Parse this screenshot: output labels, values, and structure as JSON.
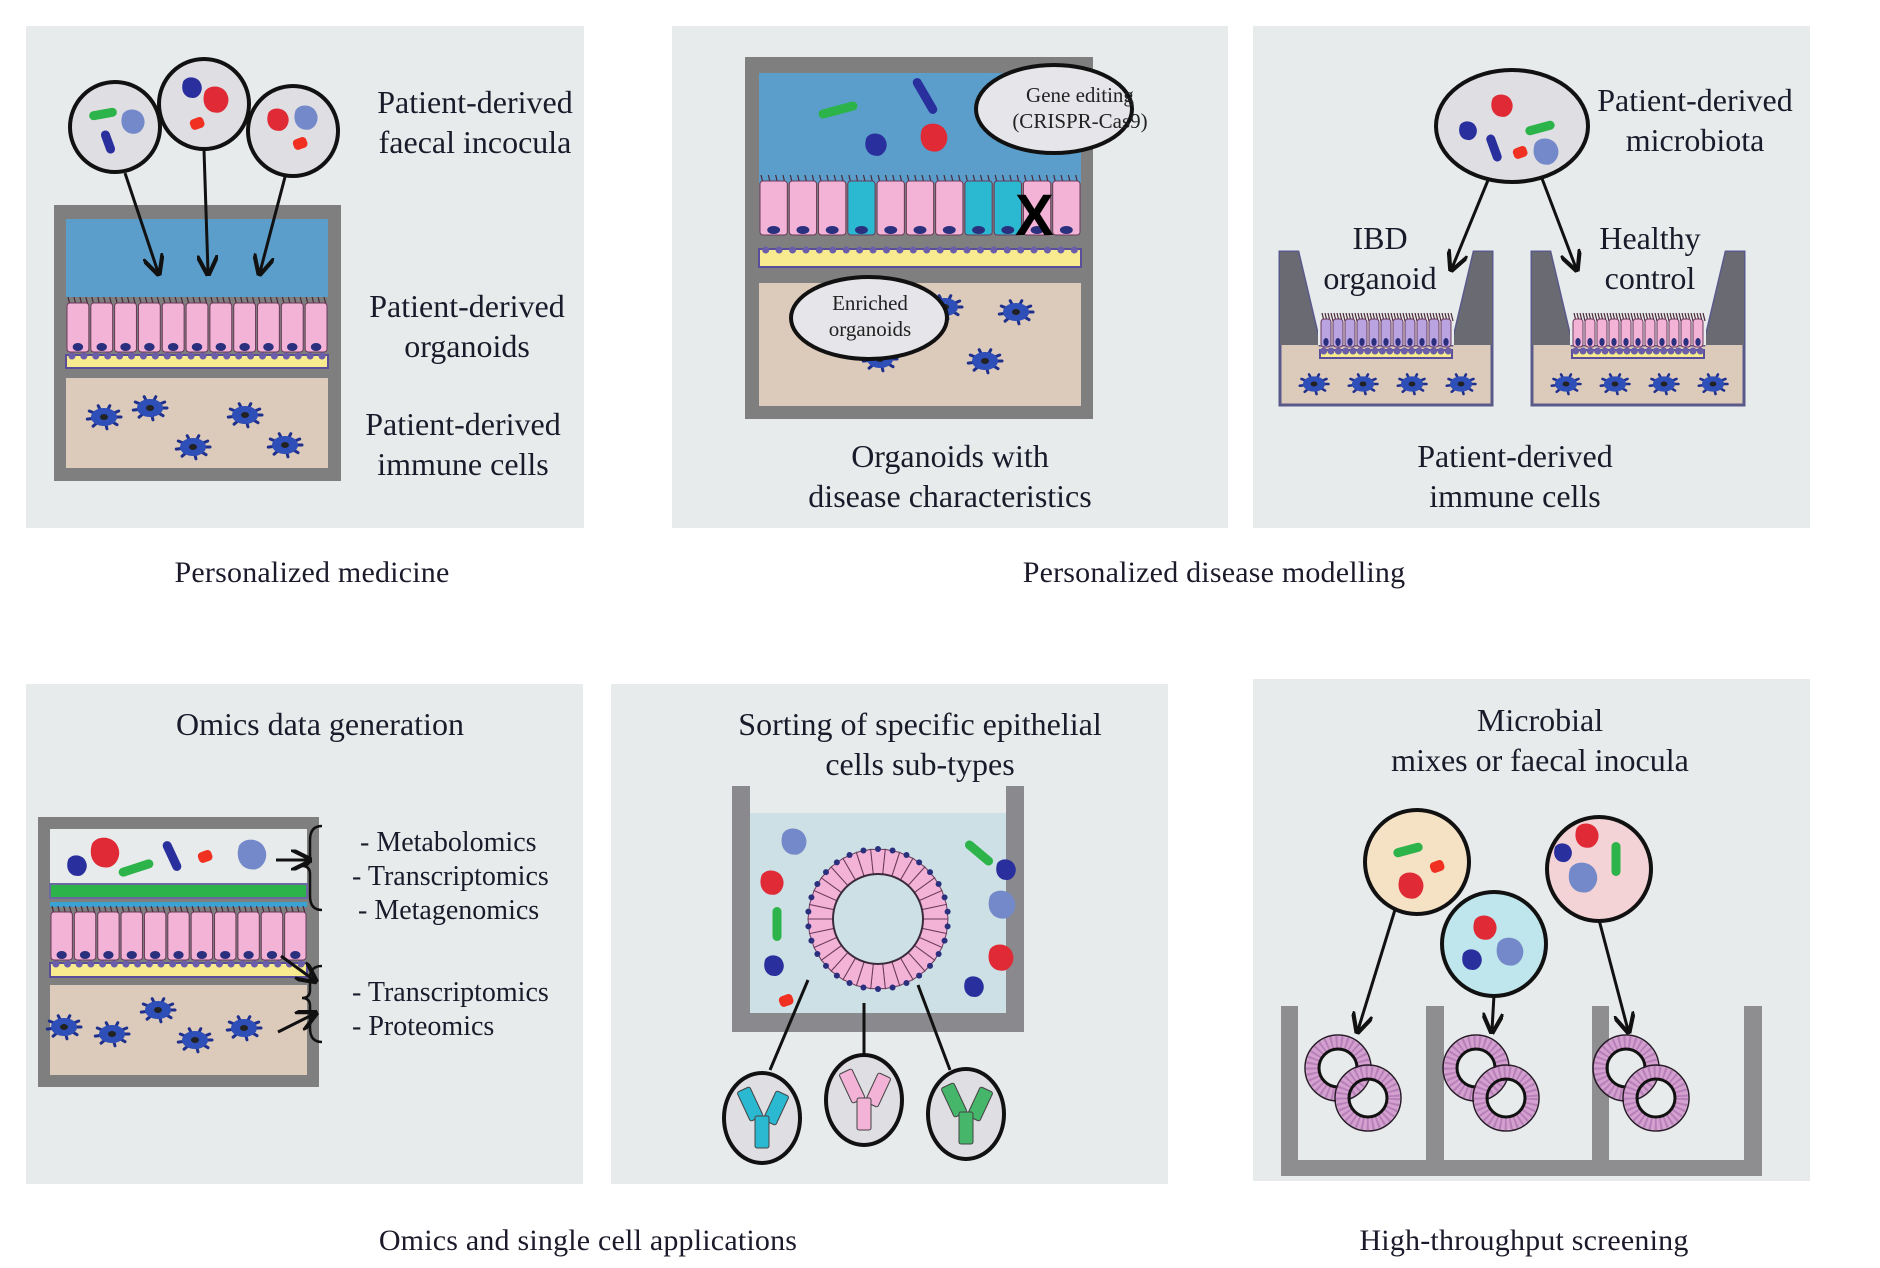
{
  "figure": {
    "sections": {
      "personalized_medicine": {
        "caption": "Personalized medicine",
        "panel": {
          "labels": {
            "inocula": [
              "Patient-derived",
              "faecal incocula"
            ],
            "organoids": [
              "Patient-derived",
              "organoids"
            ],
            "immune": [
              "Patient-derived",
              "immune cells"
            ]
          }
        }
      },
      "personalized_disease_modelling": {
        "caption": "Personalized disease modelling",
        "panel_left": {
          "bubble_gene_editing": [
            "Gene editing",
            "(CRISPR-Cas9)"
          ],
          "bubble_enriched": [
            "Enriched",
            "organoids"
          ],
          "knockout_mark": "X",
          "title": [
            "Organoids with",
            "disease characteristics"
          ]
        },
        "panel_right": {
          "microbiota_label": [
            "Patient-derived",
            "microbiota"
          ],
          "ibd_label": [
            "IBD",
            "organoid"
          ],
          "healthy_label": [
            "Healthy",
            "control"
          ],
          "immune_label": [
            "Patient-derived",
            "immune cells"
          ]
        }
      },
      "omics_single_cell": {
        "caption": "Omics and single cell applications",
        "panel_omics": {
          "title": "Omics data generation",
          "upper_list": [
            "- Metabolomics",
            "- Transcriptomics",
            "- Metagenomics"
          ],
          "lower_list": [
            "- Transcriptomics",
            "- Proteomics"
          ]
        },
        "panel_sorting": {
          "title": [
            "Sorting of specific epithelial",
            "cells sub-types"
          ],
          "sorted_groups": [
            "cyan-cells",
            "pink-cells",
            "green-cells"
          ]
        }
      },
      "high_throughput": {
        "caption": "High-throughput screening",
        "panel": {
          "title": [
            "Microbial",
            "mixes or faecal inocula"
          ],
          "inocula_colors": [
            "#f5e1c4",
            "#bfe6ec",
            "#f3d3d6"
          ]
        }
      }
    },
    "colors": {
      "panel_bg": "#e8ebec",
      "frame": "#7f7f7f",
      "lumen": "#5b9ecb",
      "epithelium": "#f2b3d6",
      "epithelium_ibd": "#b9a3e0",
      "edited_cell": "#2bb9d1",
      "membrane": "#f7ea8f",
      "stroma": "#dccabb",
      "immune_cell": "#2f4fb8",
      "bacteria_green": "#2cb34a",
      "bacteria_blue": "#2a2f9e",
      "bacteria_red": "#e02a35",
      "bacteria_lightblue": "#7389c9"
    }
  }
}
